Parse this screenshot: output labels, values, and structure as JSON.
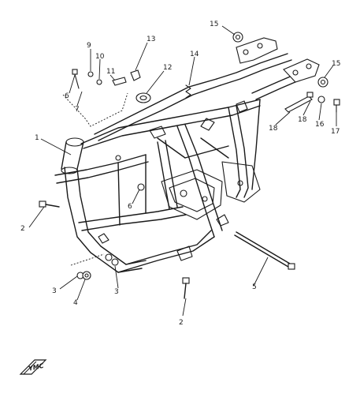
{
  "callouts": [
    {
      "id": "c1",
      "text": "1"
    },
    {
      "id": "c2a",
      "text": "2"
    },
    {
      "id": "c2b",
      "text": "2"
    },
    {
      "id": "c3a",
      "text": "3"
    },
    {
      "id": "c3b",
      "text": "3"
    },
    {
      "id": "c4",
      "text": "4"
    },
    {
      "id": "c5",
      "text": "5"
    },
    {
      "id": "c6a",
      "text": "6"
    },
    {
      "id": "c6b",
      "text": "6"
    },
    {
      "id": "c7",
      "text": "7"
    },
    {
      "id": "c9",
      "text": "9"
    },
    {
      "id": "c10",
      "text": "10"
    },
    {
      "id": "c11",
      "text": "11"
    },
    {
      "id": "c12",
      "text": "12"
    },
    {
      "id": "c13",
      "text": "13"
    },
    {
      "id": "c14",
      "text": "14"
    },
    {
      "id": "c15a",
      "text": "15"
    },
    {
      "id": "c15b",
      "text": "15"
    },
    {
      "id": "c16",
      "text": "16"
    },
    {
      "id": "c17",
      "text": "17"
    },
    {
      "id": "c18a",
      "text": "18"
    },
    {
      "id": "c18b",
      "text": "18"
    }
  ],
  "logo": {
    "text": "YMC",
    "icon": "yamaha-badge-icon"
  },
  "colors": {
    "ink": "#1a1a1a",
    "paper": "#ffffff"
  }
}
